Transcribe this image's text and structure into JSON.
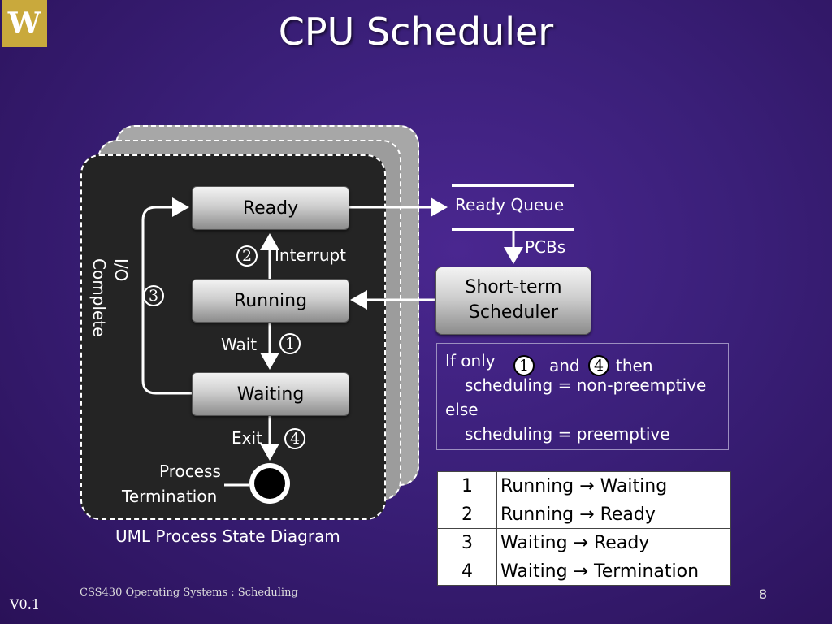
{
  "slide": {
    "title": "CPU Scheduler",
    "logo_text": "W",
    "footer_course": "CSS430 Operating Systems : Scheduling",
    "footer_page": "8",
    "version": "V0.1"
  },
  "colors": {
    "background": "#3a1f78",
    "logo": "#c9a93c",
    "panel_front": "#242424",
    "panel_back": "#a7a7a7"
  },
  "diagram": {
    "caption": "UML Process State Diagram",
    "states": {
      "ready": "Ready",
      "running": "Running",
      "waiting": "Waiting"
    },
    "labels": {
      "interrupt": "Interrupt",
      "wait": "Wait",
      "exit": "Exit",
      "io_complete": "I/O Complete",
      "process_termination_1": "Process",
      "process_termination_2": "Termination",
      "ready_queue": "Ready Queue",
      "pcbs": "PCBs"
    },
    "numbers": {
      "interrupt": "2",
      "wait": "1",
      "io_complete": "3",
      "exit": "4"
    },
    "scheduler": {
      "line1": "Short-term",
      "line2": "Scheduler"
    }
  },
  "condition": {
    "if_only": "If only",
    "n1": "1",
    "and": "and",
    "n4": "4",
    "then": "then",
    "line2": "scheduling = non-preemptive",
    "line3": "else",
    "line4": "scheduling = preemptive"
  },
  "transitions": [
    {
      "num": "1",
      "text": "Running → Waiting"
    },
    {
      "num": "2",
      "text": "Running → Ready"
    },
    {
      "num": "3",
      "text": "Waiting → Ready"
    },
    {
      "num": "4",
      "text": "Waiting → Termination"
    }
  ]
}
